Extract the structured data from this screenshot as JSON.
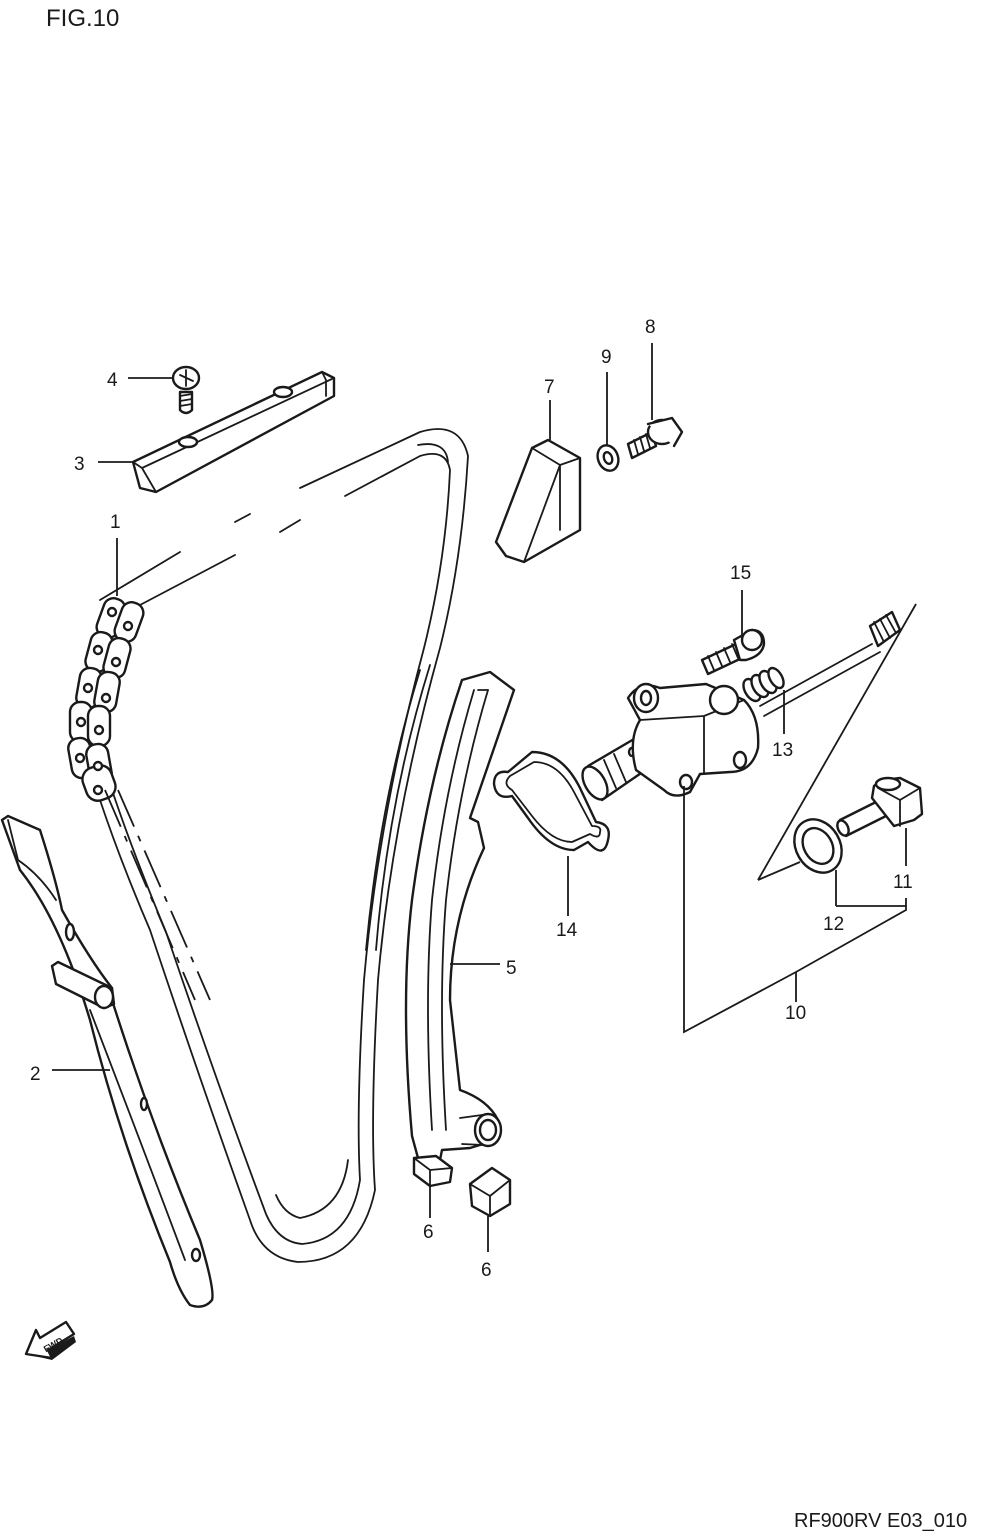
{
  "figure": {
    "title": "FIG.10",
    "code": "RF900RV E03_010"
  },
  "fwd_label": "FWD",
  "callouts": [
    {
      "id": "c1",
      "text": "1"
    },
    {
      "id": "c2",
      "text": "2"
    },
    {
      "id": "c3",
      "text": "3"
    },
    {
      "id": "c4",
      "text": "4"
    },
    {
      "id": "c5",
      "text": "5"
    },
    {
      "id": "c6a",
      "text": "6"
    },
    {
      "id": "c6b",
      "text": "6"
    },
    {
      "id": "c7",
      "text": "7"
    },
    {
      "id": "c8",
      "text": "8"
    },
    {
      "id": "c9",
      "text": "9"
    },
    {
      "id": "c10",
      "text": "10"
    },
    {
      "id": "c11",
      "text": "11"
    },
    {
      "id": "c12",
      "text": "12"
    },
    {
      "id": "c13",
      "text": "13"
    },
    {
      "id": "c14",
      "text": "14"
    },
    {
      "id": "c15",
      "text": "15"
    }
  ]
}
